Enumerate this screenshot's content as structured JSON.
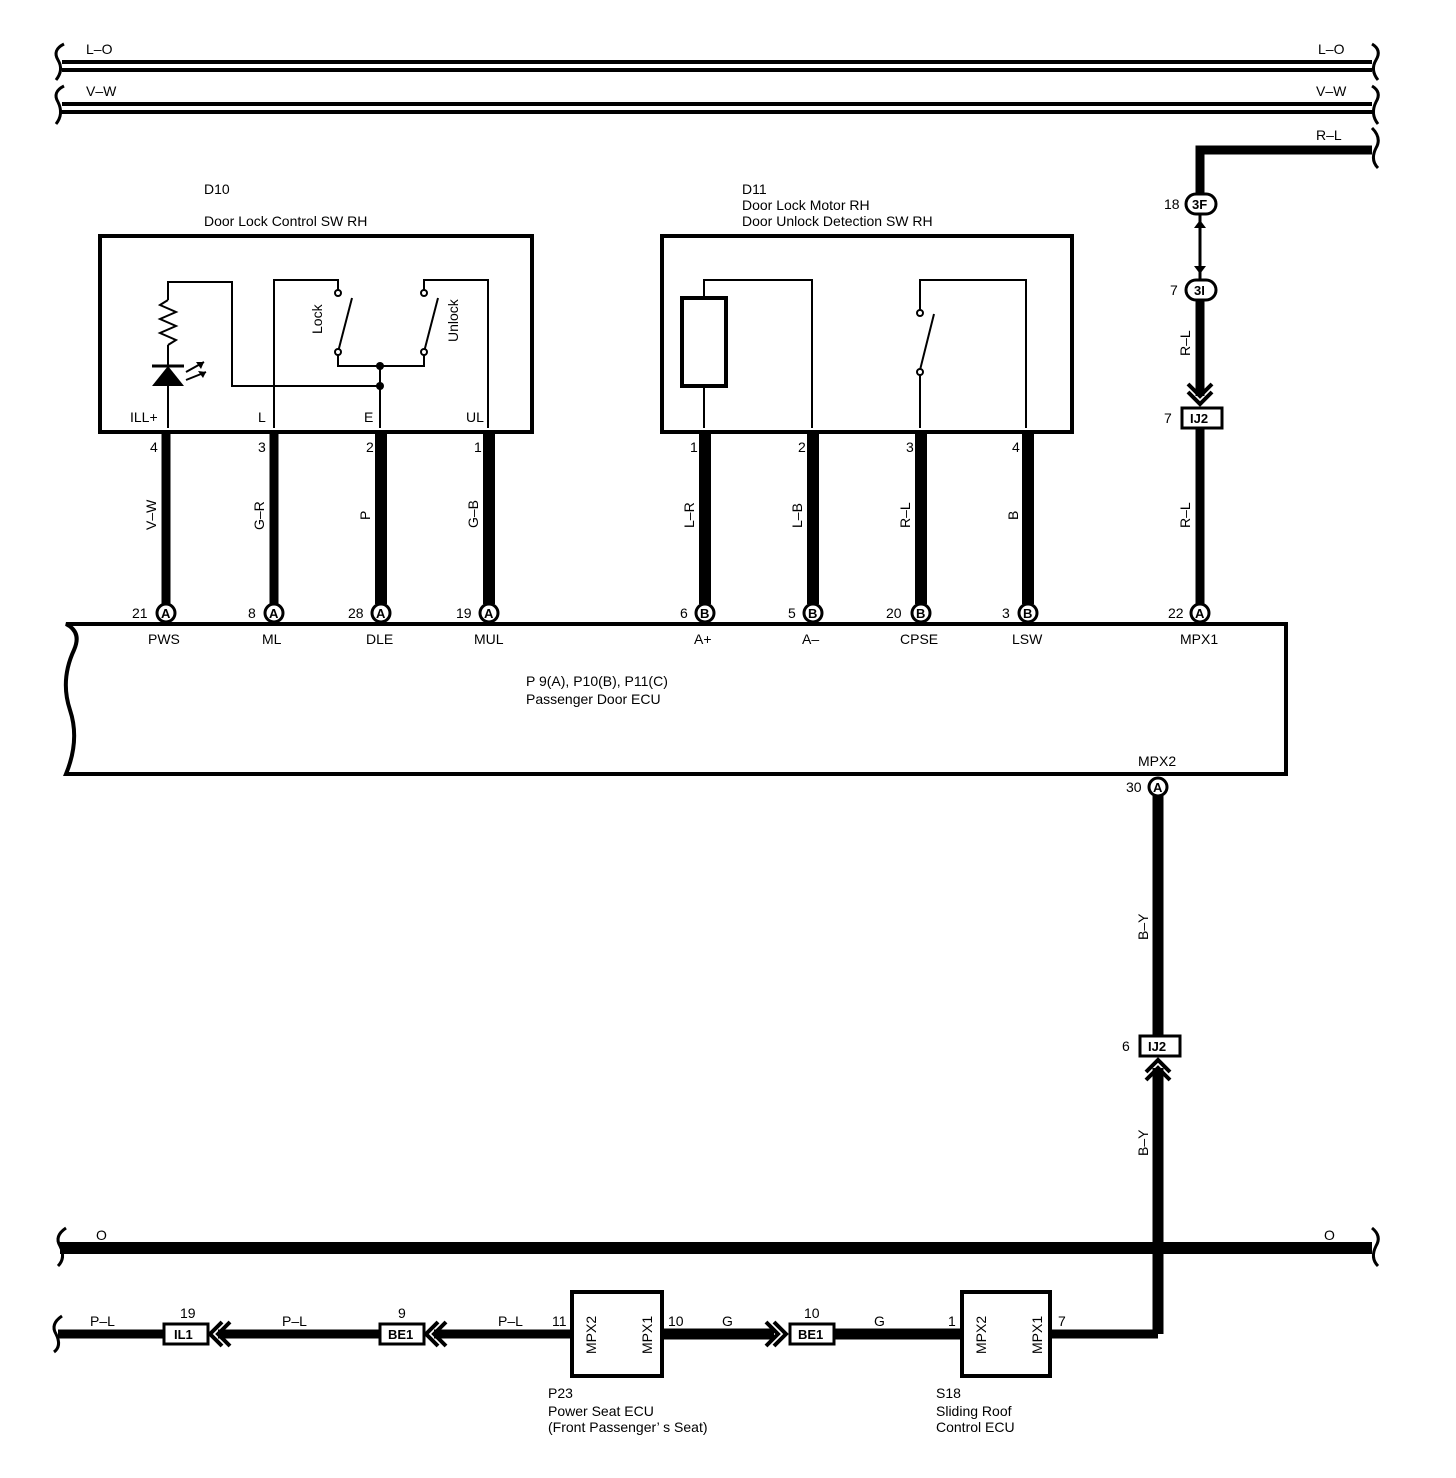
{
  "buses": {
    "top_lo": "L–O",
    "top_vw": "V–W",
    "top_rl": "R–L",
    "bottom_o": "O"
  },
  "d10": {
    "code": "D10",
    "name": "Door Lock Control SW RH",
    "pins": {
      "ill": "ILL+",
      "l": "L",
      "e": "E",
      "ul": "UL"
    },
    "switch_lock": "Lock",
    "switch_unlock": "Unlock",
    "pin_numbers": [
      "4",
      "3",
      "2",
      "1"
    ],
    "wires": [
      "V–W",
      "G–R",
      "P",
      "G–B"
    ]
  },
  "d11": {
    "code": "D11",
    "name1": "Door Lock Motor RH",
    "name2": "Door Unlock Detection SW RH",
    "pin_numbers": [
      "1",
      "2",
      "3",
      "4"
    ],
    "wires": [
      "L–R",
      "L–B",
      "R–L",
      "B"
    ]
  },
  "mpx1_path": {
    "conn_3f": "3F",
    "conn_3f_pin": "18",
    "conn_3i": "3I",
    "conn_3i_pin": "7",
    "ij2": "IJ2",
    "ij2_pin": "7",
    "wire1": "R–L",
    "wire2": "R–L"
  },
  "ecu": {
    "title": "P 9(A), P10(B), P11(C)",
    "name": "Passenger Door ECU",
    "pins": [
      {
        "num": "21",
        "conn": "A",
        "label": "PWS"
      },
      {
        "num": "8",
        "conn": "A",
        "label": "ML"
      },
      {
        "num": "28",
        "conn": "A",
        "label": "DLE"
      },
      {
        "num": "19",
        "conn": "A",
        "label": "MUL"
      },
      {
        "num": "6",
        "conn": "B",
        "label": "A+"
      },
      {
        "num": "5",
        "conn": "B",
        "label": "A–"
      },
      {
        "num": "20",
        "conn": "B",
        "label": "CPSE"
      },
      {
        "num": "3",
        "conn": "B",
        "label": "LSW"
      },
      {
        "num": "22",
        "conn": "A",
        "label": "MPX1"
      }
    ],
    "mpx2_label": "MPX2",
    "mpx2_num": "30",
    "mpx2_conn": "A"
  },
  "mpx2_path": {
    "wire1": "B–Y",
    "ij2": "IJ2",
    "ij2_pin": "6",
    "wire2": "B–Y"
  },
  "bottom": {
    "pl1": "P–L",
    "il1": "IL1",
    "il1_num": "19",
    "pl2": "P–L",
    "be1a": "BE1",
    "be1a_num": "9",
    "pl3": "P–L",
    "p23_pin_in": "11",
    "p23_left": "MPX2",
    "p23_right": "MPX1",
    "p23_pin_out": "10",
    "g1": "G",
    "be1b": "BE1",
    "be1b_num": "10",
    "g2": "G",
    "s18_pin_in": "1",
    "s18_left": "MPX2",
    "s18_right": "MPX1",
    "s18_pin_out": "7",
    "p23_code": "P23",
    "p23_name1": "Power Seat ECU",
    "p23_name2": "(Front Passenger’ s Seat)",
    "s18_code": "S18",
    "s18_name1": "Sliding Roof",
    "s18_name2": "Control ECU"
  }
}
